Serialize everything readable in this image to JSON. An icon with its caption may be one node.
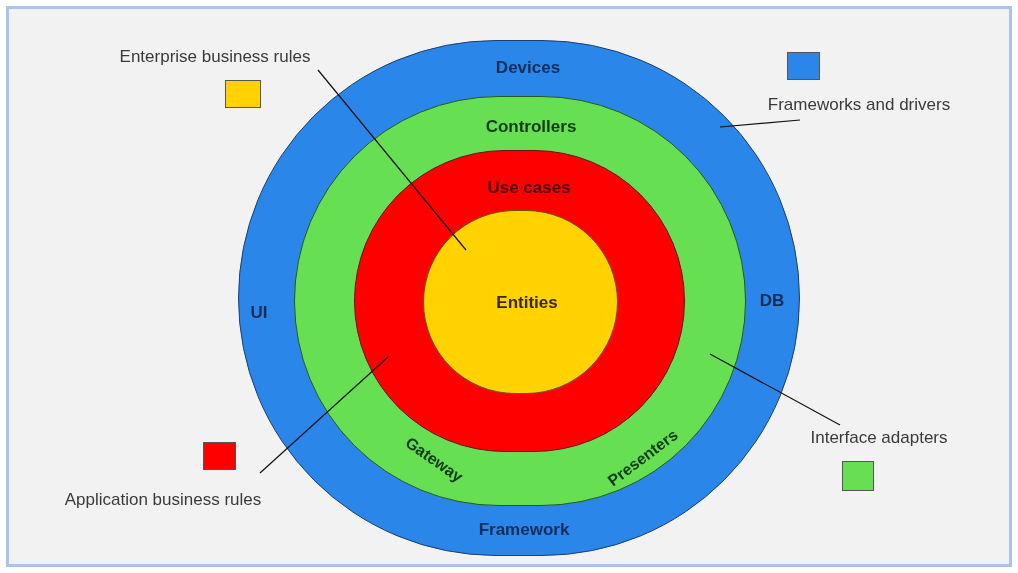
{
  "diagram": {
    "nodes": [
      {
        "text": [
          "Devices",
          "UI",
          "DB",
          "Framework"
        ]
      },
      {
        "text": [
          "Controllers",
          "Gateway",
          "Presenters"
        ],
        "in": 0
      },
      {
        "text": [
          "Use cases"
        ],
        "in": 1
      },
      {
        "text": [
          "Entities"
        ],
        "in": 2
      },
      {
        "text": [
          "Enterprise business rules"
        ]
      },
      {
        "text": [
          "Frameworks and drivers"
        ]
      },
      {
        "text": [
          "Application business rules"
        ]
      },
      {
        "text": [
          "Interface adapters"
        ]
      },
      {
        "text": [],
        "shape": "box"
      },
      {
        "text": [],
        "shape": "box"
      },
      {
        "text": [],
        "shape": "box"
      },
      {
        "text": [],
        "shape": "box"
      }
    ],
    "edges": [
      {
        "from": 4,
        "to": 3,
        "arrow": "none"
      },
      {
        "from": 5,
        "to": 0,
        "arrow": "none"
      },
      {
        "from": 6,
        "to": 2,
        "arrow": "none"
      },
      {
        "from": 7,
        "to": 1,
        "arrow": "none"
      }
    ]
  }
}
